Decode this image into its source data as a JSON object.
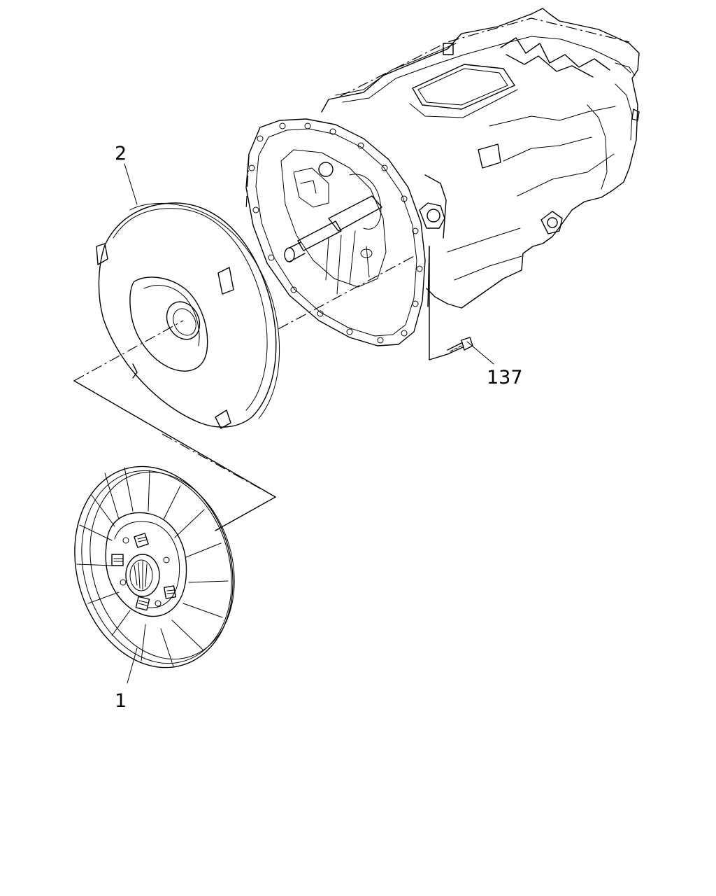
{
  "callouts": {
    "clutch_disc": "1",
    "pressure_plate": "2",
    "bolt": "137"
  }
}
